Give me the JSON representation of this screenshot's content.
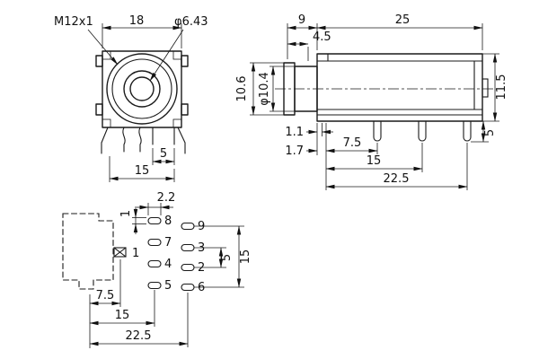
{
  "front": {
    "thread": "M12x1",
    "width": "18",
    "hole_dia": "φ6.43",
    "pin_pitch": "5",
    "pin_span": "15"
  },
  "side": {
    "nose_len": "9",
    "body_len": "25",
    "collar": "4.5",
    "overall_dia": "10.6",
    "barrel_dia": "φ10.4",
    "body_height": "11.5",
    "pin_len": "5",
    "standoff_a": "1.1",
    "standoff_b": "1.7",
    "pin_off_1": "7.5",
    "pin_off_2": "15",
    "pin_off_3": "22.5"
  },
  "footprint": {
    "pad_w": "2.2",
    "pad_h": "1",
    "col_off_1": "7.5",
    "col_off_2": "15",
    "col_off_3": "22.5",
    "row_pitch": "5",
    "row_span": "15",
    "pins": {
      "p1": "1",
      "p2": "2",
      "p3": "3",
      "p4": "4",
      "p5": "5",
      "p6": "6",
      "p7": "7",
      "p8": "8",
      "p9": "9"
    }
  },
  "colors": {
    "line": "#1a1a1a",
    "background": "#ffffff"
  }
}
